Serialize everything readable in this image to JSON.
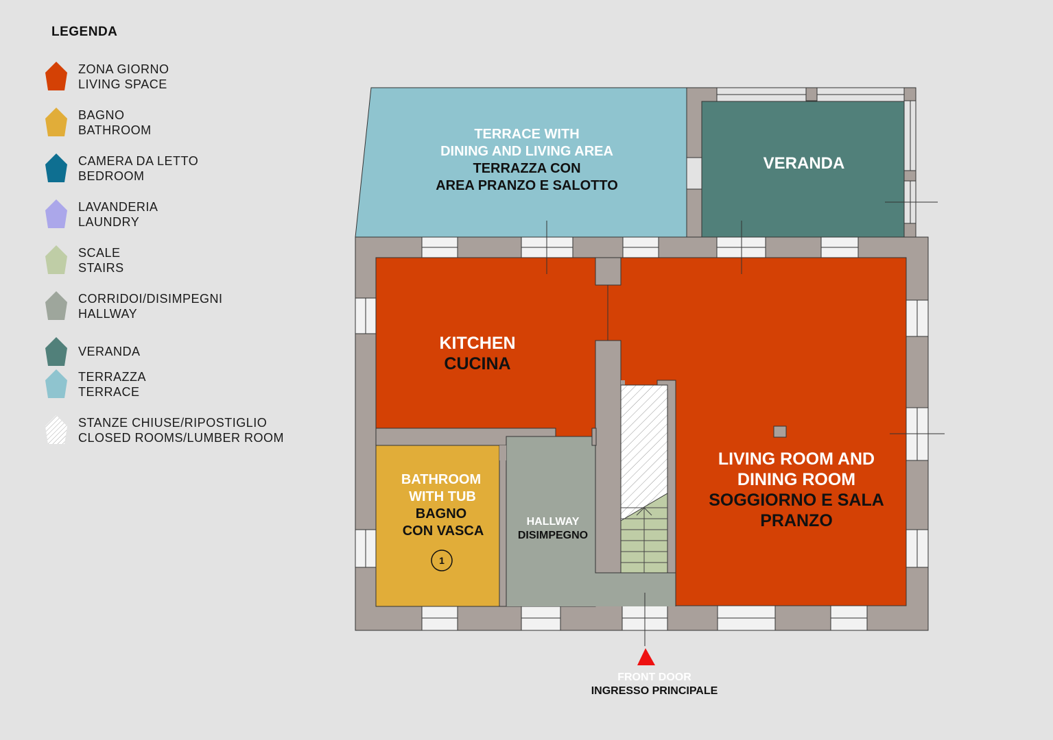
{
  "legend": {
    "title": "LEGENDA",
    "items": [
      {
        "it": "ZONA GIORNO",
        "en": "LIVING SPACE",
        "color": "#D44105"
      },
      {
        "it": "BAGNO",
        "en": "BATHROOM",
        "color": "#E1AD39"
      },
      {
        "it": "CAMERA DA LETTO",
        "en": "BEDROOM",
        "color": "#0E6F91"
      },
      {
        "it": "LAVANDERIA",
        "en": "LAUNDRY",
        "color": "#ABA7EA"
      },
      {
        "it": "SCALE",
        "en": "STAIRS",
        "color": "#BFCDA6"
      },
      {
        "it": "CORRIDOI/DISIMPEGNI",
        "en": "HALLWAY",
        "color": "#9EA69C"
      },
      {
        "it": "VERANDA",
        "en": "",
        "color": "#51807A"
      },
      {
        "it": "TERRAZZA",
        "en": "TERRACE",
        "color": "#8FC4CF"
      },
      {
        "it": "STANZE CHIUSE/RIPOSTIGLIO",
        "en": "CLOSED ROOMS/LUMBER ROOM",
        "color": "hatched"
      }
    ]
  },
  "rooms": {
    "terrace": {
      "en1": "TERRACE WITH",
      "en2": "DINING AND LIVING AREA",
      "it1": "TERRAZZA CON",
      "it2": "AREA PRANZO E SALOTTO"
    },
    "veranda": {
      "label": "VERANDA"
    },
    "kitchen": {
      "en": "KITCHEN",
      "it": "CUCINA"
    },
    "bathroom": {
      "en1": "BATHROOM",
      "en2": "WITH TUB",
      "it1": "BAGNO",
      "it2": "CON VASCA",
      "number": "1"
    },
    "hallway": {
      "en": "HALLWAY",
      "it": "DISIMPEGNO"
    },
    "living": {
      "en1": "LIVING ROOM AND",
      "en2": "DINING ROOM",
      "it1": "SOGGIORNO E SALA",
      "it2": "PRANZO"
    },
    "entrance": {
      "en": "FRONT DOOR",
      "it": "INGRESSO PRINCIPALE"
    }
  },
  "colors": {
    "living": "#D44105",
    "terrace": "#8FC4CF",
    "veranda": "#51807A",
    "wall": "#A9A09B",
    "bathroom": "#E1AD39",
    "hallway": "#9EA69C",
    "stairs": "#BFCDA6",
    "door": "#EE1111"
  }
}
